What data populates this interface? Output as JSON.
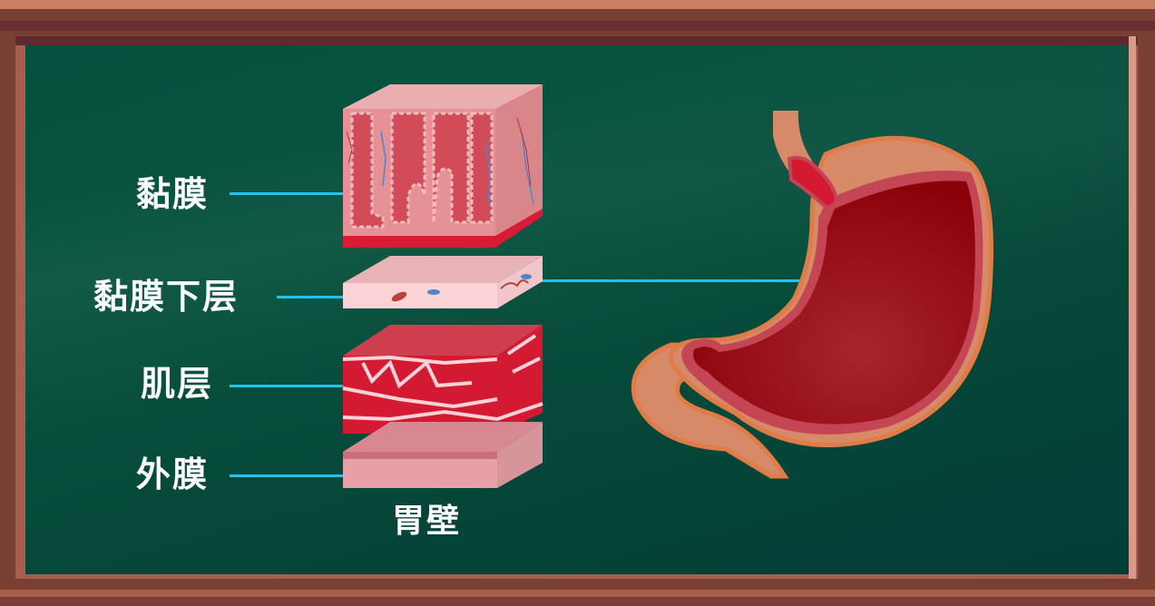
{
  "diagram": {
    "title": "胃壁",
    "layers": [
      {
        "label": "黏膜",
        "color": "#d9485a"
      },
      {
        "label": "黏膜下层",
        "color": "#f9d3d6"
      },
      {
        "label": "肌层",
        "color": "#d41a33"
      },
      {
        "label": "外膜",
        "color": "#e8a0a8"
      }
    ],
    "organ": "stomach",
    "leader_color": "#1ec3f0",
    "board_color": "#03503e",
    "frame_color": "#7a3f33"
  }
}
